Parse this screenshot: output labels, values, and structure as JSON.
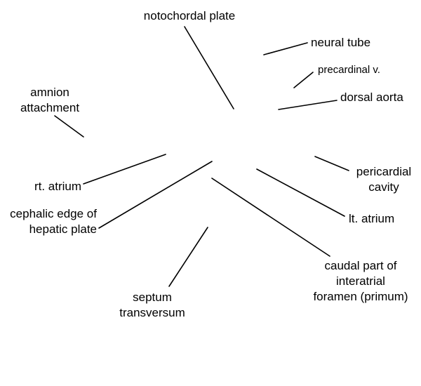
{
  "labels": {
    "notochordal_plate": "notochordal plate",
    "neural_tube": "neural tube",
    "precardinal_v": "precardinal v.",
    "dorsal_aorta": "dorsal aorta",
    "amnion_attachment": [
      "amnion",
      "attachment"
    ],
    "rt_atrium": "rt. atrium",
    "pericardial_cavity": [
      "pericardial",
      "cavity"
    ],
    "cephalic_edge_hepatic_plate": [
      "cephalic edge of",
      "hepatic plate"
    ],
    "lt_atrium": "lt. atrium",
    "caudal_part_interatrial_foramen": [
      "caudal part of",
      "interatrial",
      "foramen (primum)"
    ],
    "septum_transversum": [
      "septum",
      "transversum"
    ]
  },
  "colors": {
    "text": "#000000",
    "leader_line": "#000000",
    "background": "#ffffff"
  }
}
